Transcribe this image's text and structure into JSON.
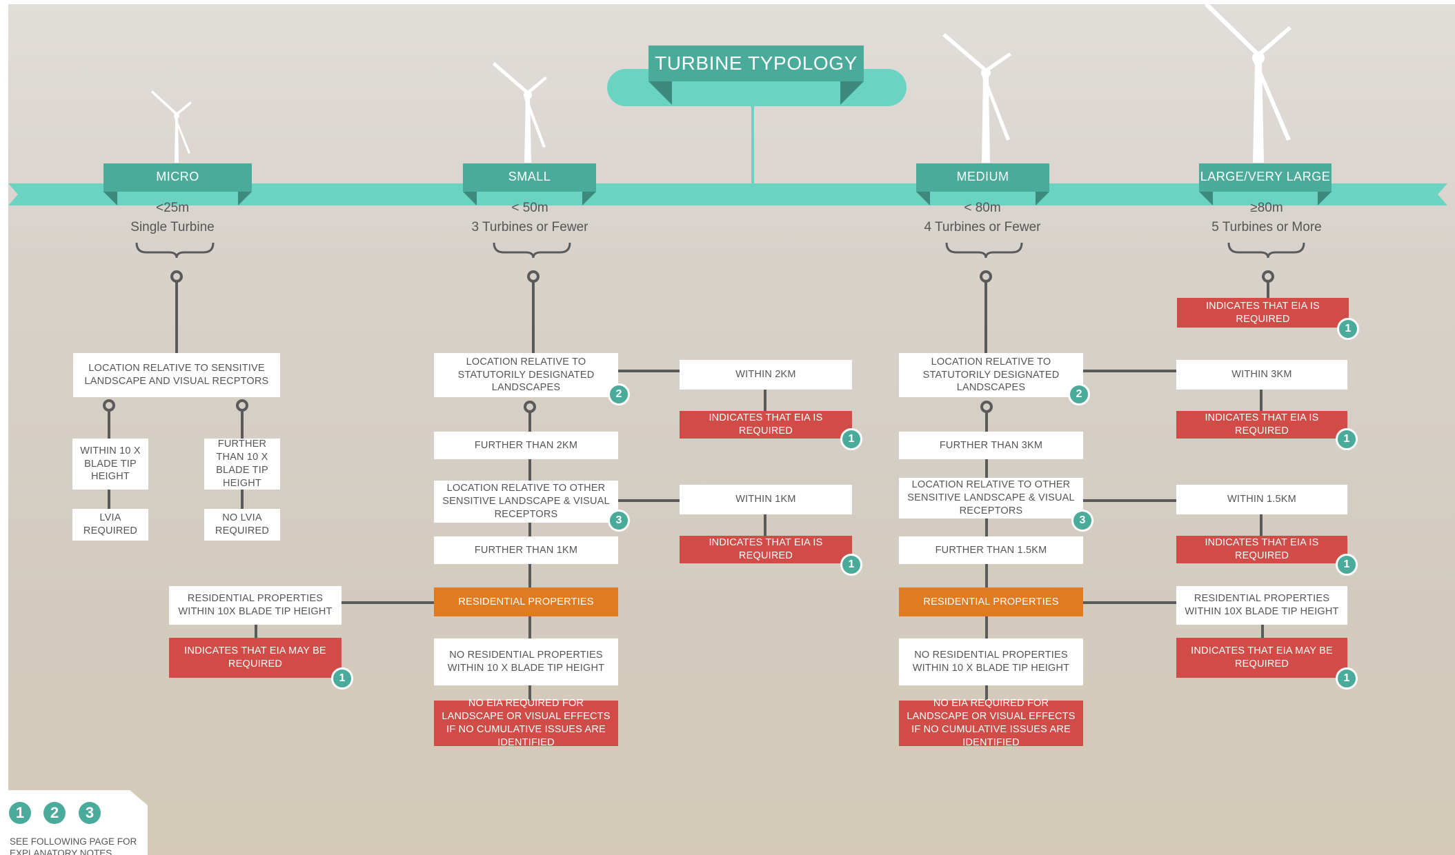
{
  "title": "TURBINE TYPOLOGY",
  "colors": {
    "teal_band": "#6bd3c2",
    "teal_dark": "#4aab9a",
    "connector": "#5a5a5a",
    "red_box": "#d14c47",
    "orange_box": "#e07b22",
    "white_box": "#ffffff",
    "background": "#d9d2c8"
  },
  "categories": [
    {
      "id": "micro",
      "label": "MICRO",
      "height": "<25m",
      "turbines": "Single Turbine"
    },
    {
      "id": "small",
      "label": "SMALL",
      "height": "< 50m",
      "turbines": "3 Turbines or Fewer"
    },
    {
      "id": "medium",
      "label": "MEDIUM",
      "height": "< 80m",
      "turbines": "4 Turbines or Fewer"
    },
    {
      "id": "large",
      "label": "LARGE/VERY LARGE",
      "height": "≥80m",
      "turbines": "5 Turbines or More"
    }
  ],
  "micro": {
    "location": "LOCATION RELATIVE TO SENSITIVE LANDSCAPE AND VISUAL RECPTORS",
    "within": "WITHIN 10 x BLADE TIP HEIGHT",
    "further": "FURTHER THAN 10 X BLADE TIP HEIGHT",
    "lvia_required": "LVIA REQUIRED",
    "no_lvia": "NO LVIA REQUIRED"
  },
  "small": {
    "location_statutory": "LOCATION RELATIVE TO STATUTORILY DESIGNATED LANDSCAPES",
    "within_a": "WITHIN 2km",
    "eia_required_a": "INDICATES THAT EIA IS REQUIRED",
    "further_a": "FURTHER THAN 2km",
    "location_other": "LOCATION RELATIVE TO OTHER SENSITIVE LANDSCAPE & VISUAL RECEPTORS",
    "within_b": "WITHIN 1km",
    "eia_required_b": "INDICATES THAT EIA IS REQUIRED",
    "further_b": "FURTHER THAN 1km",
    "residential": "RESIDENTIAL PROPERTIES",
    "res_within": "RESIDENTIAL PROPERTIES WITHIN  10X BLADE TIP HEIGHT",
    "eia_may": "INDICATES THAT EIA MAY BE REQUIRED",
    "no_res": "NO RESIDENTIAL PROPERTIES WITHIN 10 x BLADE TIP HEIGHT",
    "no_eia": "NO EIA REQUIRED FOR LANDSCAPE OR VISUAL EFFECTS IF NO CUMULATIVE ISSUES ARE IDENTIFIED"
  },
  "medium": {
    "location_statutory": "LOCATION RELATIVE TO STATUTORILY DESIGNATED LANDSCAPES",
    "within_a": "WITHIN 3km",
    "eia_required_a": "INDICATES THAT EIA IS REQUIRED",
    "further_a": "FURTHER THAN 3km",
    "location_other": "LOCATION RELATIVE TO OTHER SENSITIVE LANDSCAPE & VISUAL RECEPTORS",
    "within_b": "WITHIN 1.5km",
    "eia_required_b": "INDICATES THAT EIA IS REQUIRED",
    "further_b": "FURTHER THAN 1.5km",
    "residential": "RESIDENTIAL PROPERTIES",
    "res_within": "RESIDENTIAL PROPERTIES WITHIN  10X BLADE TIP HEIGHT",
    "eia_may": "INDICATES THAT EIA MAY BE REQUIRED",
    "no_res": "NO RESIDENTIAL PROPERTIES WITHIN 10 x BLADE TIP HEIGHT",
    "no_eia": "NO EIA REQUIRED FOR LANDSCAPE OR VISUAL EFFECTS IF NO CUMULATIVE ISSUES ARE IDENTIFIED"
  },
  "large": {
    "eia_required": "INDICATES THAT EIA IS REQUIRED"
  },
  "note_badges": {
    "n1": "1",
    "n2": "2",
    "n3": "3"
  },
  "legend": {
    "items": [
      "1",
      "2",
      "3"
    ],
    "text": "SEE FOLLOWING PAGE FOR EXPLANATORY NOTES"
  }
}
